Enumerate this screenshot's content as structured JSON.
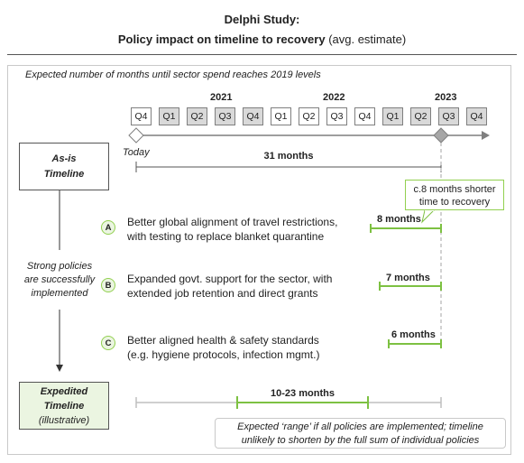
{
  "title": "Delphi Study:",
  "subtitle_bold": "Policy impact on timeline to recovery",
  "subtitle_rest": " (avg. estimate)",
  "chart_note": "Expected number of months until sector spend reaches 2019 levels",
  "years": [
    "2021",
    "2022",
    "2023"
  ],
  "quarters": [
    {
      "label": "Q4",
      "shade": "white"
    },
    {
      "label": "Q1",
      "shade": "grey"
    },
    {
      "label": "Q2",
      "shade": "grey"
    },
    {
      "label": "Q3",
      "shade": "grey"
    },
    {
      "label": "Q4",
      "shade": "grey"
    },
    {
      "label": "Q1",
      "shade": "white"
    },
    {
      "label": "Q2",
      "shade": "white"
    },
    {
      "label": "Q3",
      "shade": "white"
    },
    {
      "label": "Q4",
      "shade": "white"
    },
    {
      "label": "Q1",
      "shade": "grey"
    },
    {
      "label": "Q2",
      "shade": "grey"
    },
    {
      "label": "Q3",
      "shade": "grey"
    },
    {
      "label": "Q4",
      "shade": "grey"
    }
  ],
  "today_label": "Today",
  "asis_label_line1": "As-is",
  "asis_label_line2": "Timeline",
  "asis_months": "31 months",
  "callout_line1": "c.8 months shorter",
  "callout_line2": "time to recovery",
  "middle_label_line1": "Strong policies",
  "middle_label_line2": "are successfully",
  "middle_label_line3": "implemented",
  "policies": [
    {
      "letter": "A",
      "line1": "Better global alignment of travel restrictions,",
      "line2": "with testing to replace blanket quarantine",
      "months": "8 months",
      "months_value": 8
    },
    {
      "letter": "B",
      "line1": "Expanded govt. support for the sector, with",
      "line2": "extended job retention and direct grants",
      "months": "7 months",
      "months_value": 7
    },
    {
      "letter": "C",
      "line1": "Better aligned health & safety standards",
      "line2": "(e.g. hygiene protocols, infection mgmt.)",
      "months": "6 months",
      "months_value": 6
    }
  ],
  "expedited_line1": "Expedited",
  "expedited_line2": "Timeline",
  "expedited_line3": "(illustrative)",
  "range_label": "10-23 months",
  "range_note_line1": "Expected ‘range’ if all policies are implemented; timeline",
  "range_note_line2": "unlikely to shorten by the full sum of individual policies",
  "colors": {
    "accent_green": "#7dc142",
    "grey_marker": "#a6a6a6",
    "axis": "#7f7f7f"
  }
}
